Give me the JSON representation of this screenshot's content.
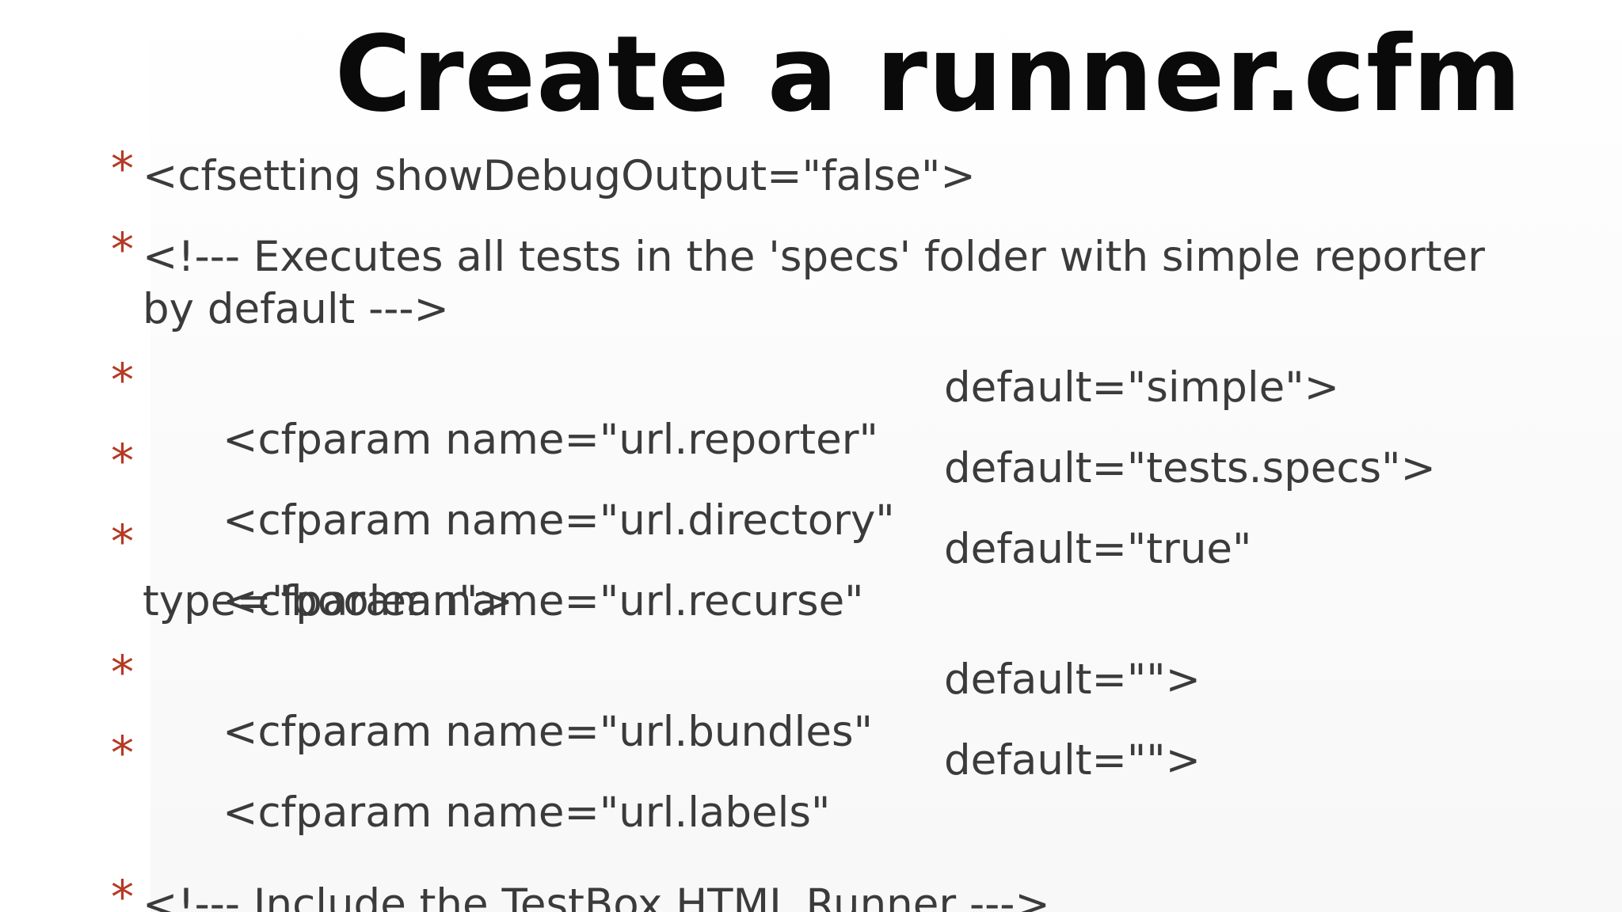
{
  "slide": {
    "title": "Create a runner.cfm",
    "bullet_marker": "*",
    "bullets": [
      {
        "text": "<cfsetting showDebugOutput=\"false\">"
      },
      {
        "text": "<!--- Executes all tests in the 'specs' folder with simple reporter by default --->"
      },
      {
        "text": "<cfparam name=\"url.reporter\"",
        "default": "default=\"simple\">"
      },
      {
        "text": "<cfparam name=\"url.directory\"",
        "default": "default=\"tests.specs\">"
      },
      {
        "text": "<cfparam name=\"url.recurse\"",
        "default": "default=\"true\"",
        "continuation": "type=\"boolean\">"
      },
      {
        "text": "<cfparam name=\"url.bundles\"",
        "default": "default=\"\">"
      },
      {
        "text": "<cfparam name=\"url.labels\"",
        "default": "default=\"\">"
      },
      {
        "text": "<!--- Include the TestBox HTML Runner --->"
      }
    ]
  },
  "colors": {
    "bullet_marker": "#b53a24",
    "body_text": "#3b3b3b",
    "title_text": "#0a0a0a"
  }
}
